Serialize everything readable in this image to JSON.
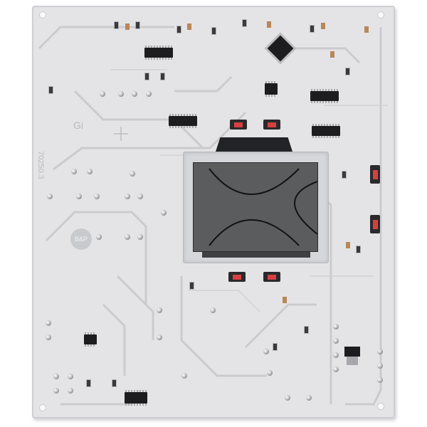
{
  "image": {
    "subject": "Printed circuit board with LCD display",
    "background_color": "#ffffff",
    "board_color": "#e4e4e6",
    "lcd_color": "#5b5c5e",
    "button_color": "#d64040"
  },
  "silkscreen": {
    "part_number": "70250.3",
    "logo": "B&P",
    "symbol": "Gi"
  },
  "lcd": {
    "segments": [
      "top-arc",
      "bottom-arc",
      "right-arc"
    ]
  },
  "buttons": [
    {
      "id": "btn-1",
      "position": "above-lcd-left"
    },
    {
      "id": "btn-2",
      "position": "above-lcd-right"
    },
    {
      "id": "btn-3",
      "position": "below-lcd-left"
    },
    {
      "id": "btn-4",
      "position": "below-lcd-right"
    },
    {
      "id": "btn-5",
      "position": "right-edge-upper"
    },
    {
      "id": "btn-6",
      "position": "right-edge-lower"
    }
  ]
}
